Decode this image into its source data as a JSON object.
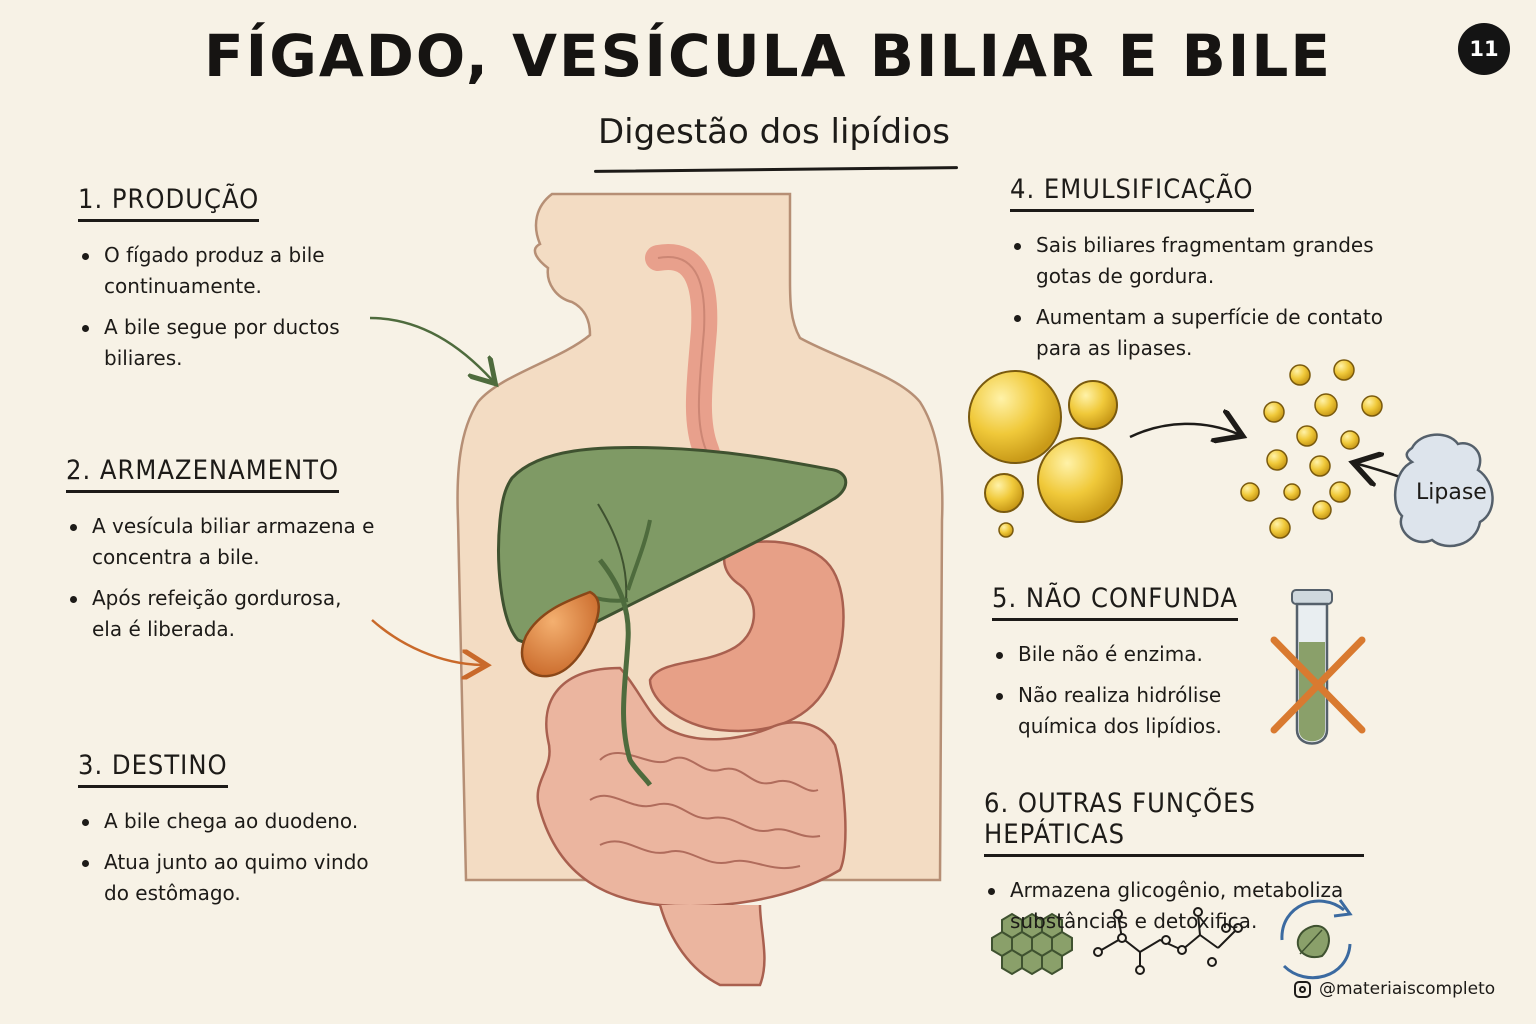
{
  "header": {
    "title": "FÍGADO, VESÍCULA BILIAR E BILE",
    "subtitle": "Digestão dos lipídios",
    "page_number": "11"
  },
  "sections": [
    {
      "heading": "1. PRODUÇÃO",
      "items": [
        "O fígado produz a bile continuamente.",
        "A bile segue por ductos biliares."
      ]
    },
    {
      "heading": "2. ARMAZENAMENTO",
      "items": [
        "A vesícula biliar armazena e concentra a bile.",
        "Após refeição gordurosa, ela é liberada."
      ]
    },
    {
      "heading": "3. DESTINO",
      "items": [
        "A bile chega ao duodeno.",
        "Atua junto ao quimo vindo do estômago."
      ]
    },
    {
      "heading": "4. EMULSIFICAÇÃO",
      "items": [
        "Sais biliares fragmentam grandes gotas de gordura.",
        "Aumentam a superfície de contato para as lipases."
      ]
    },
    {
      "heading": "5. NÃO CONFUNDA",
      "items": [
        "Bile não é enzima.",
        "Não realiza hidrólise química dos lipídios."
      ]
    },
    {
      "heading": "6. OUTRAS FUNÇÕES HEPÁTICAS",
      "items": [
        "Armazena glicogênio, metaboliza substâncias e detoxifica."
      ]
    }
  ],
  "illustration": {
    "lipase_label": "Lipase"
  },
  "footer": {
    "handle": "@materiaiscompleto",
    "icon": "instagram-icon"
  },
  "colors": {
    "background": "#f7f2e6",
    "liver": "#7f9a65",
    "gallbladder": "#d9853b",
    "stomach": "#e7a087",
    "intestine": "#eab39d",
    "fat_droplet": "#f0c93a",
    "arrow_green": "#4e6b3d",
    "arrow_orange": "#c9692a"
  }
}
